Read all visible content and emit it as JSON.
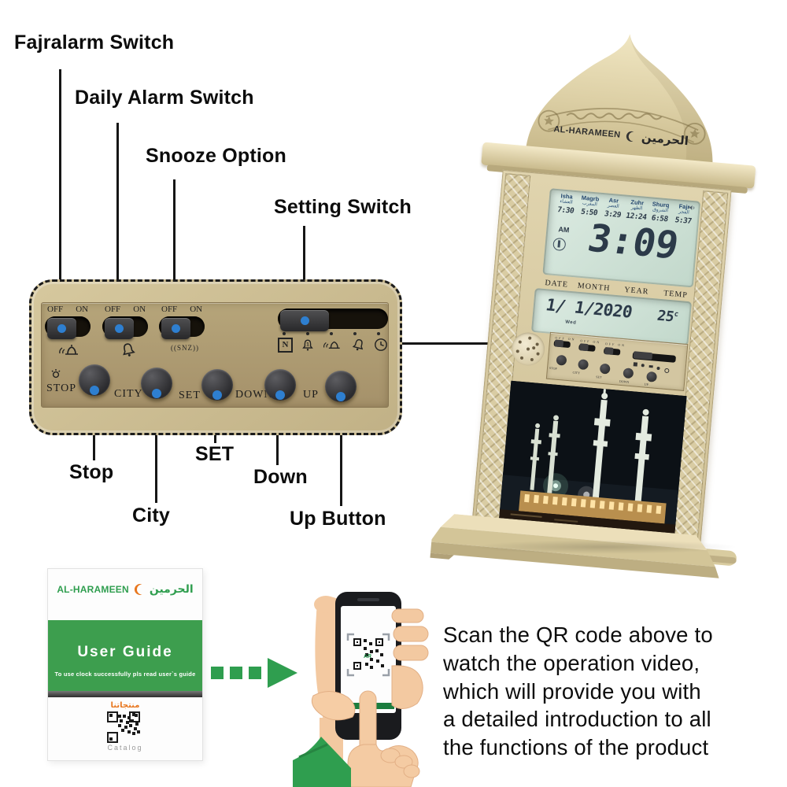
{
  "colors": {
    "accent_blue": "#2e7fd0",
    "panel_gold": "#b0a074",
    "clock_gold": "#d8cca6",
    "lcd_green": "#cfe2d8",
    "brand_green": "#2f9e4f",
    "logo_orange": "#e8771f"
  },
  "annotations": {
    "fajr": "Fajralarm Switch",
    "daily": "Daily Alarm Switch",
    "snooze": "Snooze Option",
    "setting": "Setting Switch",
    "stop": "Stop",
    "set": "SET",
    "down": "Down",
    "city": "City",
    "up": "Up Button"
  },
  "control_panel": {
    "off": "OFF",
    "on": "ON",
    "snz": "((SNZ))",
    "n_label": "N",
    "buttons": [
      "STOP",
      "CITY",
      "SET",
      "DOWN",
      "UP"
    ],
    "mode_icons": [
      "n-box-icon",
      "alarm-1-bell-icon",
      "mosque-azan-icon",
      "bell-icon",
      "clock-icon"
    ]
  },
  "clock": {
    "brand": "AL-HARAMEEN",
    "brand_arabic": "الحرمين",
    "prayers": [
      {
        "name": "Isha",
        "arabic": "العشاء",
        "time": "7:30"
      },
      {
        "name": "Magrb",
        "arabic": "المغرب",
        "time": "5:50"
      },
      {
        "name": "Asr",
        "arabic": "العصر",
        "time": "3:29"
      },
      {
        "name": "Zuhr",
        "arabic": "الظهر",
        "time": "12:24"
      },
      {
        "name": "Shurq",
        "arabic": "الشروق",
        "time": "6:58"
      },
      {
        "name": "Fajr",
        "arabic": "الفجر",
        "time": "5:37"
      }
    ],
    "meridiem": "AM",
    "time": "3:09",
    "labels": {
      "date": "DATE",
      "month": "MONTH",
      "year": "YEAR",
      "temp": "TEMP"
    },
    "date": "1/ 1/2020",
    "day": "Wed",
    "temp_value": "25",
    "temp_unit": "c"
  },
  "user_guide": {
    "brand": "AL-HARAMEEN",
    "brand_arabic": "الحرمين",
    "title": "User Guide",
    "note": "To use clock successfully pls read user`s guide",
    "catalog_arabic": "منتجاتنا",
    "catalog": "Catalog"
  },
  "phone": {
    "qr_overlay": "AR"
  },
  "footer": {
    "text": "Scan the QR code above to\nwatch the operation video,\nwhich will provide you with\na detailed introduction to all\nthe functions of the product"
  }
}
